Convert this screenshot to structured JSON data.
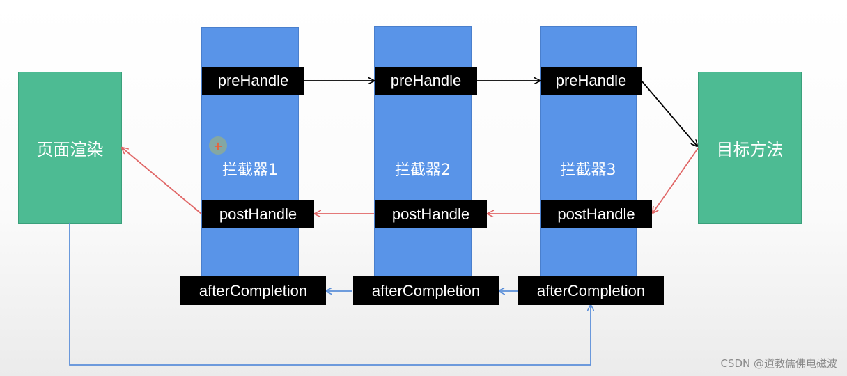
{
  "left_box": {
    "label": "页面渲染"
  },
  "right_box": {
    "label": "目标方法"
  },
  "interceptors": [
    {
      "label": "拦截器1",
      "pre": "preHandle",
      "post": "postHandle",
      "after": "afterCompletion"
    },
    {
      "label": "拦截器2",
      "pre": "preHandle",
      "post": "postHandle",
      "after": "afterCompletion"
    },
    {
      "label": "拦截器3",
      "pre": "preHandle",
      "post": "postHandle",
      "after": "afterCompletion"
    }
  ],
  "colors": {
    "box_green": "#4dbb93",
    "column_blue": "#5994e8",
    "pre_arrow": "#000000",
    "post_arrow": "#e06666",
    "after_arrow": "#5b8fd9"
  },
  "watermark": "CSDN @道教儒佛电磁波"
}
